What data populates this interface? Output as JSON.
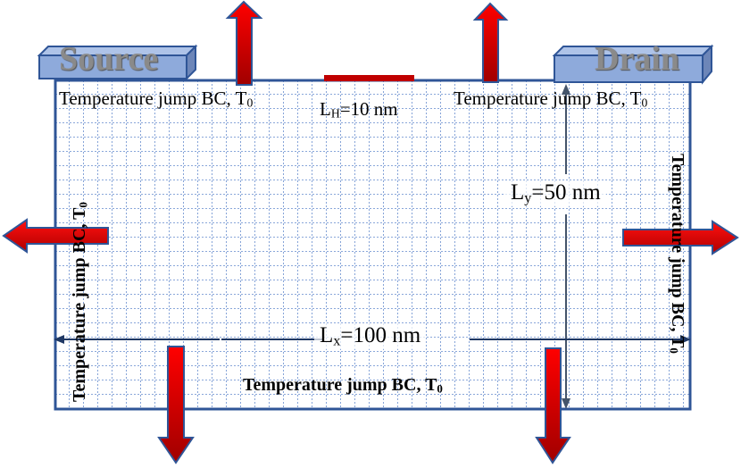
{
  "source_label": "Source",
  "drain_label": "Drain",
  "boundary_label": "Temperature jump BC, T",
  "boundary_subscript": "0",
  "heat_source": {
    "label": "L",
    "subscript": "H",
    "value": "=10 nm"
  },
  "length_x": {
    "label": "L",
    "subscript": "x",
    "value": "=100 nm"
  },
  "length_y": {
    "label": "L",
    "subscript": "y",
    "value": "=50 nm"
  },
  "colors": {
    "grid": "#4472c4",
    "border": "#2f5597",
    "contact": "#8eaadb",
    "heat_arrow": "#e00000",
    "heater": "#c00000"
  }
}
